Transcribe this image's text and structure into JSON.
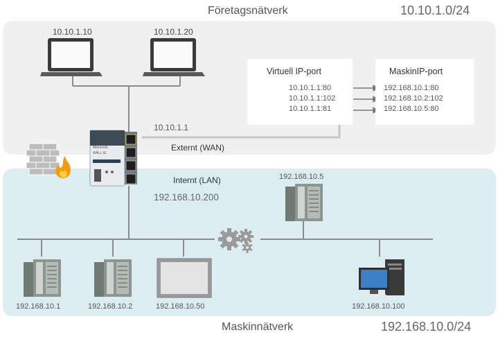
{
  "corporate_network": {
    "title": "Företagsnätverk",
    "subnet": "10.10.1.0/24",
    "laptops": [
      {
        "ip": "10.10.1.10"
      },
      {
        "ip": "10.10.1.20"
      }
    ]
  },
  "gateway": {
    "wan_ip": "10.10.1.1",
    "wan_label": "Externt (WAN)",
    "lan_label": "Internt (LAN)",
    "lan_ip": "192.168.10.200",
    "brand": "Meinmoth",
    "model": "WALL IE"
  },
  "port_mapping": {
    "virtual_header": "Virtuell IP-port",
    "machine_header": "MaskinIP-port",
    "rows": [
      {
        "virtual": "10.10.1.1:80",
        "machine": "192.168.10.1:80"
      },
      {
        "virtual": "10.10.1.1:102",
        "machine": "192.168.10.2:102"
      },
      {
        "virtual": "10.10.1.1:81",
        "machine": "192.168.10.5:80"
      }
    ]
  },
  "machine_network": {
    "title": "Maskinnätverk",
    "subnet": "192.168.10.0/24",
    "devices": [
      {
        "ip": "192.168.10.1"
      },
      {
        "ip": "192.168.10.2"
      },
      {
        "ip": "192.168.10.50"
      },
      {
        "ip": "192.168.10.5"
      },
      {
        "ip": "192.168.10.100"
      }
    ]
  }
}
